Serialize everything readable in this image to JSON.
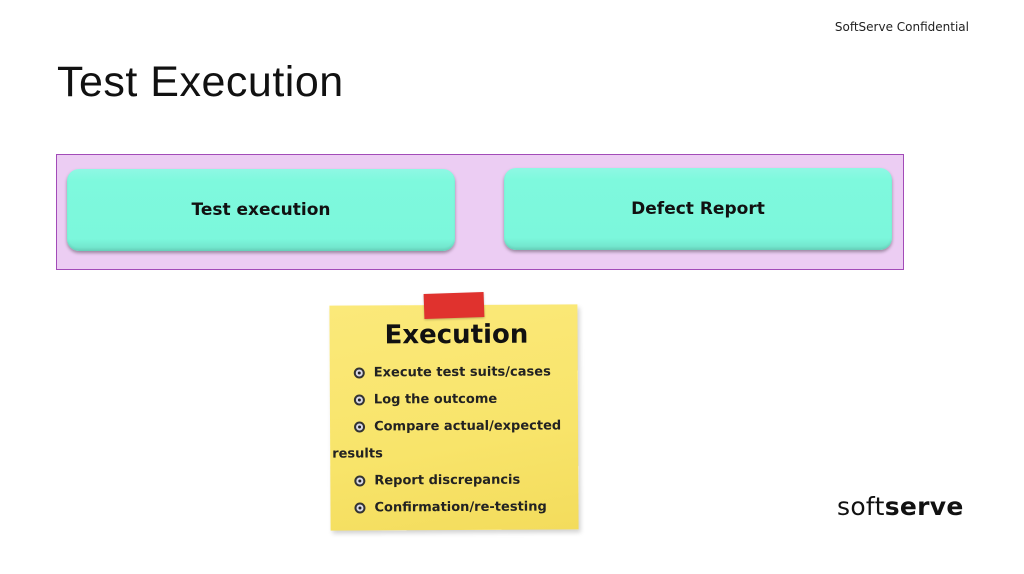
{
  "header": {
    "confidential": "SoftServe Confidential"
  },
  "slide": {
    "title": "Test Execution"
  },
  "process": {
    "steps": [
      {
        "label": "Test execution"
      },
      {
        "label": "Defect Report"
      }
    ]
  },
  "sticky_note": {
    "heading": "Execution",
    "items": [
      "Execute test suits/cases",
      "Log the outcome",
      "Compare actual/expected",
      "Report discrepancis",
      "Confirmation/re-testing"
    ],
    "item3_continuation": "results"
  },
  "logo": {
    "light": "soft",
    "bold": "serve"
  },
  "colors": {
    "process_bg": "#eccdf3",
    "process_border": "#a24bb8",
    "step_fill": "#7ef9dd",
    "sticky": "#f8e46a",
    "tape": "#e0322e"
  }
}
